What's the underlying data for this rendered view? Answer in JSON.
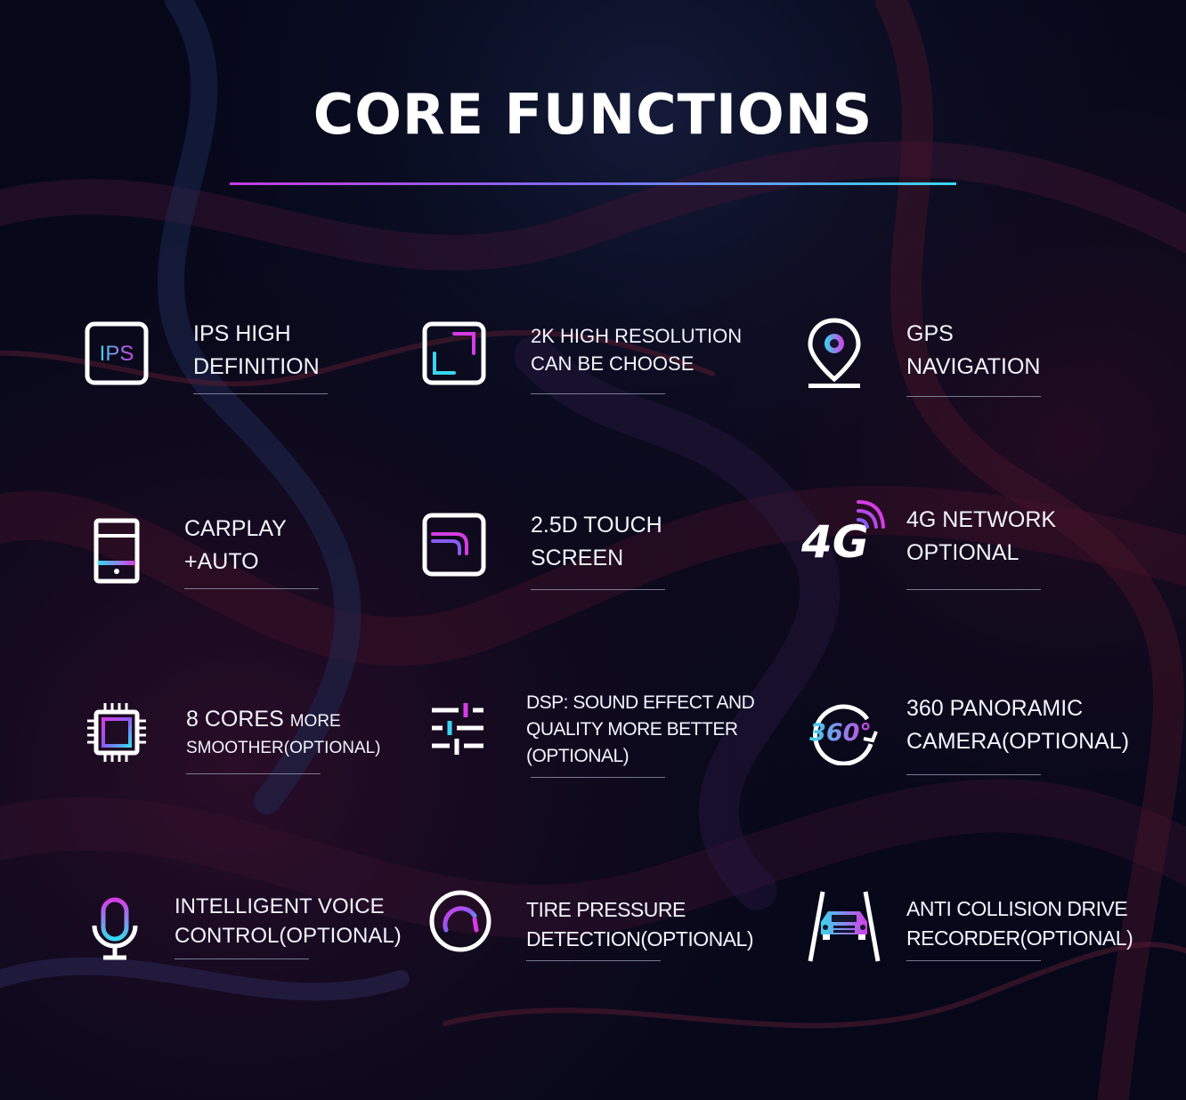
{
  "title": "CORE FUNCTIONS",
  "accent_colors": {
    "pink": "#d53de4",
    "violet": "#8a5cf5",
    "cyan": "#37d7ef"
  },
  "features": [
    {
      "icon": "ips-icon",
      "icon_text": "IPS",
      "lines": [
        "IPS HIGH",
        "DEFINITION"
      ]
    },
    {
      "icon": "resolution-frame-icon",
      "lines": [
        "2K HIGH RESOLUTION",
        "CAN BE CHOOSE"
      ]
    },
    {
      "icon": "location-pin-icon",
      "lines": [
        "GPS",
        "NAVIGATION"
      ]
    },
    {
      "icon": "tablet-icon",
      "lines": [
        "CARPLAY",
        "+AUTO"
      ]
    },
    {
      "icon": "touch-screen-icon",
      "lines": [
        "2.5D TOUCH",
        "SCREEN"
      ]
    },
    {
      "icon": "4g-signal-icon",
      "icon_text": "4G",
      "lines": [
        "4G NETWORK",
        "OPTIONAL"
      ]
    },
    {
      "icon": "cpu-chip-icon",
      "lines": [
        "8 CORES",
        "MORE",
        "SMOOTHER(OPTIONAL)"
      ]
    },
    {
      "icon": "equalizer-icon",
      "lines": [
        "DSP: SOUND EFFECT AND",
        "QUALITY MORE BETTER",
        "(OPTIONAL)"
      ]
    },
    {
      "icon": "360-camera-icon",
      "icon_text": "360°",
      "lines": [
        "360 PANORAMIC",
        "CAMERA(OPTIONAL)"
      ]
    },
    {
      "icon": "microphone-icon",
      "lines": [
        "INTELLIGENT VOICE",
        "CONTROL(OPTIONAL)"
      ]
    },
    {
      "icon": "gauge-icon",
      "lines": [
        "TIRE PRESSURE",
        "DETECTION(OPTIONAL)"
      ]
    },
    {
      "icon": "car-lane-icon",
      "lines": [
        "ANTI COLLISION DRIVE",
        "RECORDER(OPTIONAL)"
      ]
    }
  ]
}
